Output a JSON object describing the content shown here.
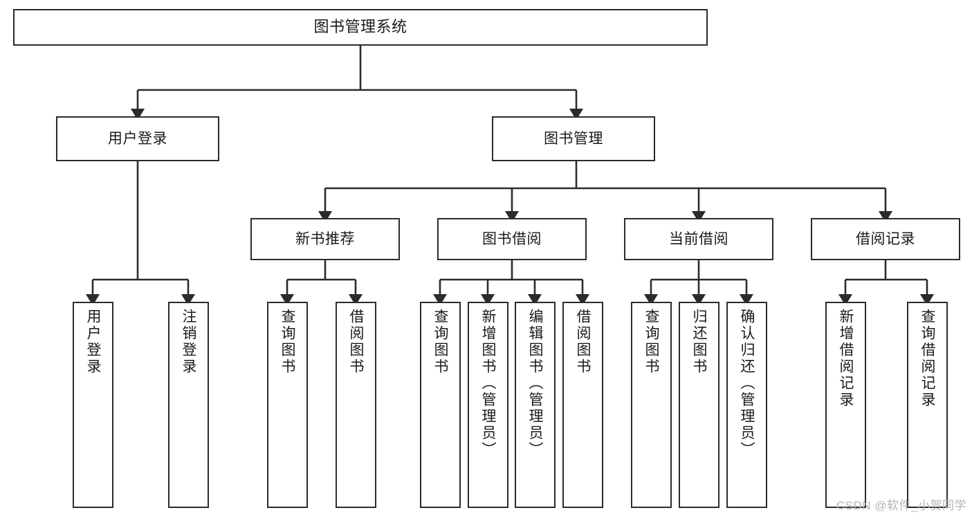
{
  "diagram": {
    "title": "图书管理系统",
    "colors": {
      "box_border": "#2b2b2b",
      "box_fill": "#ffffff",
      "edge": "#2b2b2b",
      "text": "#1a1a1a",
      "watermark": "#b4b4b4"
    },
    "root": {
      "label": "图书管理系统"
    },
    "level2": [
      {
        "label": "用户登录"
      },
      {
        "label": "图书管理"
      }
    ],
    "level3": [
      {
        "label": "新书推荐"
      },
      {
        "label": "图书借阅"
      },
      {
        "label": "当前借阅"
      },
      {
        "label": "借阅记录"
      }
    ],
    "leaves": {
      "user_login": [
        {
          "label": "用户登录"
        },
        {
          "label": "注销登录"
        }
      ],
      "new_book_recommend": [
        {
          "label": "查询图书"
        },
        {
          "label": "借阅图书"
        }
      ],
      "book_borrow": [
        {
          "label": "查询图书"
        },
        {
          "label": "新增图书（管理员）"
        },
        {
          "label": "编辑图书（管理员）"
        },
        {
          "label": "借阅图书"
        }
      ],
      "current_borrow": [
        {
          "label": "查询图书"
        },
        {
          "label": "归还图书"
        },
        {
          "label": "确认归还（管理员）"
        }
      ],
      "borrow_record": [
        {
          "label": "新增借阅记录"
        },
        {
          "label": "查询借阅记录"
        }
      ]
    },
    "watermark": "CSDN @软件_小贺同学"
  }
}
